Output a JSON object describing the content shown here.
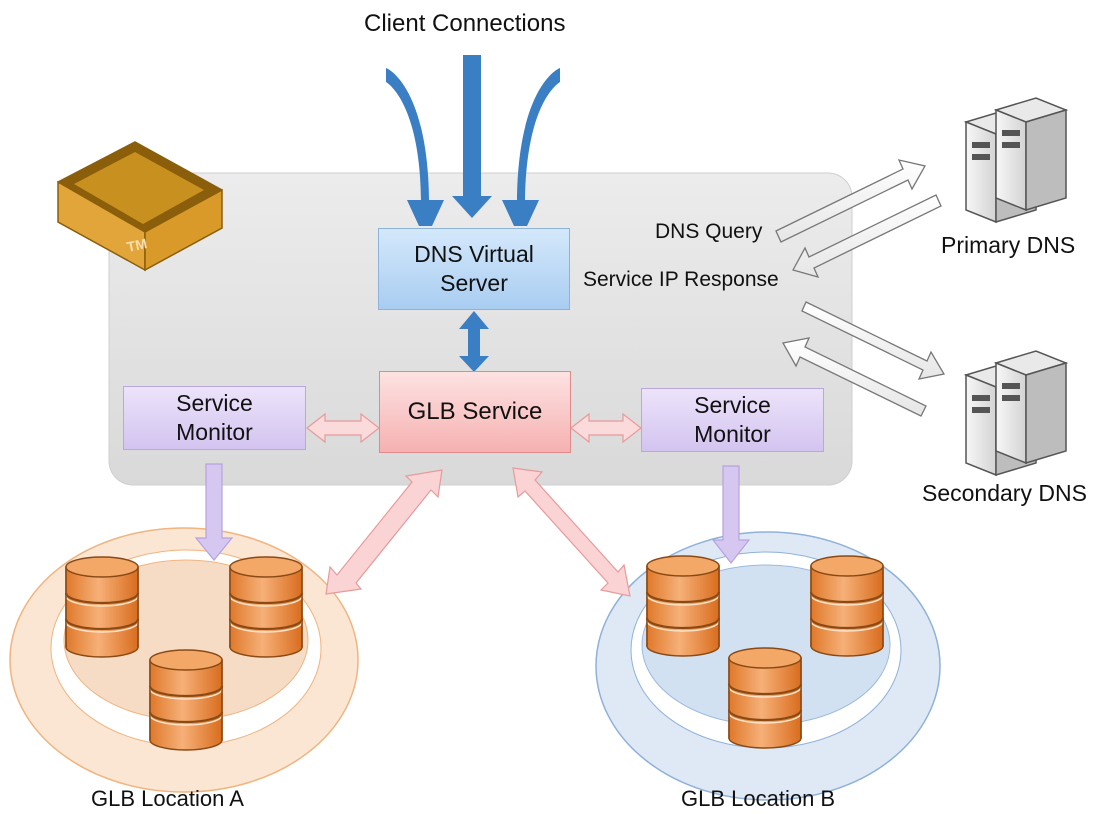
{
  "title": "Client Connections",
  "nodes": {
    "dns_virtual_server": {
      "line1": "DNS Virtual",
      "line2": "Server"
    },
    "glb_service": {
      "label": "GLB Service"
    },
    "monitor_left": {
      "line1": "Service",
      "line2": "Monitor"
    },
    "monitor_right": {
      "line1": "Service",
      "line2": "Monitor"
    },
    "primary_dns": {
      "label": "Primary DNS"
    },
    "secondary_dns": {
      "label": "Secondary DNS"
    },
    "location_a": {
      "label": "GLB Location A"
    },
    "location_b": {
      "label": "GLB Location B"
    }
  },
  "edges": {
    "dns_query": "DNS Query",
    "service_ip_response": "Service IP Response"
  },
  "logo": {
    "text": "TM"
  },
  "colors": {
    "client_arrow": "#3b7fc4",
    "glb_arrow": "#f7c2c2",
    "monitor_arrow": "#cbb9ec",
    "dns_arrow": "#f2f2f2",
    "container": "#e2e2e2",
    "location_a_ring": "#f3c9a2",
    "location_b_ring": "#c7d8ee",
    "db_cylinder": "#ef9448"
  },
  "icons": [
    "box-logo-icon",
    "server-icon",
    "database-icon"
  ]
}
